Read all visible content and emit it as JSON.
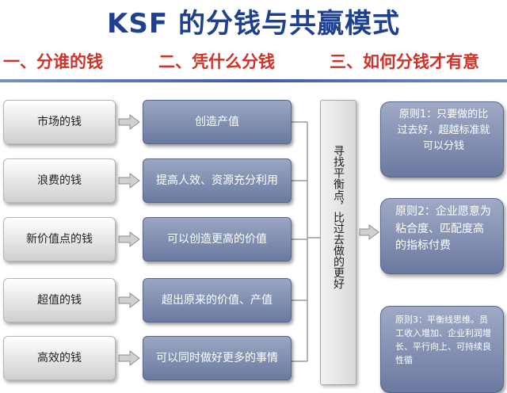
{
  "title": "KSF 的分钱与共赢模式",
  "headers": [
    "一、分谁的钱",
    "二、凭什么分钱",
    "三、如何分钱才有意"
  ],
  "rows": [
    {
      "source": "市场的钱",
      "target": "创造产值"
    },
    {
      "source": "浪费的钱",
      "target": "提高人效、资源充分利用"
    },
    {
      "source": "新价值点的钱",
      "target": "可以创造更高的价值"
    },
    {
      "source": "超值的钱",
      "target": "超出原来的价值、产值"
    },
    {
      "source": "高效的钱",
      "target": "可以同时做好更多的事情"
    }
  ],
  "center_bar_text": "寻找平衡点，比过去做的更好",
  "principles": [
    "原则1：只要做的比过去好，超越标准就可以分钱",
    "原则2：企业愿意为粘合度、匹配度高的指标付费",
    "原则3：平衡线思维。员工收入增加、企业利润增长、平行向上、可持续良性循"
  ],
  "colors": {
    "title": "#1f3f8f",
    "headers": "#d23127",
    "middle_boxes": "#7c8bb0",
    "arrows": "#b8b8b8"
  }
}
